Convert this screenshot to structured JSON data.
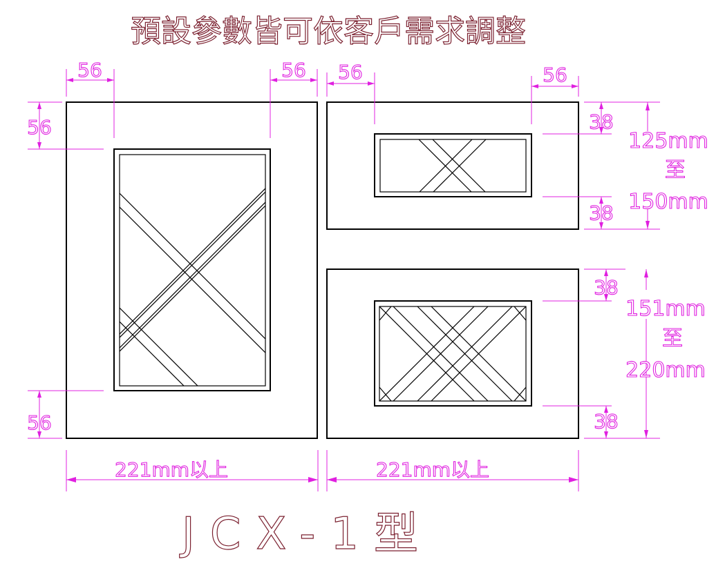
{
  "title": "預設參數皆可依客戶需求調整",
  "model_label": "JCX-1型",
  "left_panel": {
    "top_left_offset": "56",
    "top_right_offset": "56",
    "side_top_offset": "56",
    "side_bottom_offset": "56",
    "width_label": "221mm以上"
  },
  "right_top_panel": {
    "top_left_offset": "56",
    "top_right_offset": "56",
    "top_margin": "38",
    "bottom_margin": "38",
    "height_range": [
      "125mm",
      "至",
      "150mm"
    ]
  },
  "right_bottom_panel": {
    "top_margin": "38",
    "bottom_margin": "38",
    "height_range": [
      "151mm",
      "至",
      "220mm"
    ],
    "width_label": "221mm以上"
  },
  "colors": {
    "dimension": "#e020e0",
    "title_outline": "#7a1f2e",
    "drawing_line": "#000000"
  }
}
